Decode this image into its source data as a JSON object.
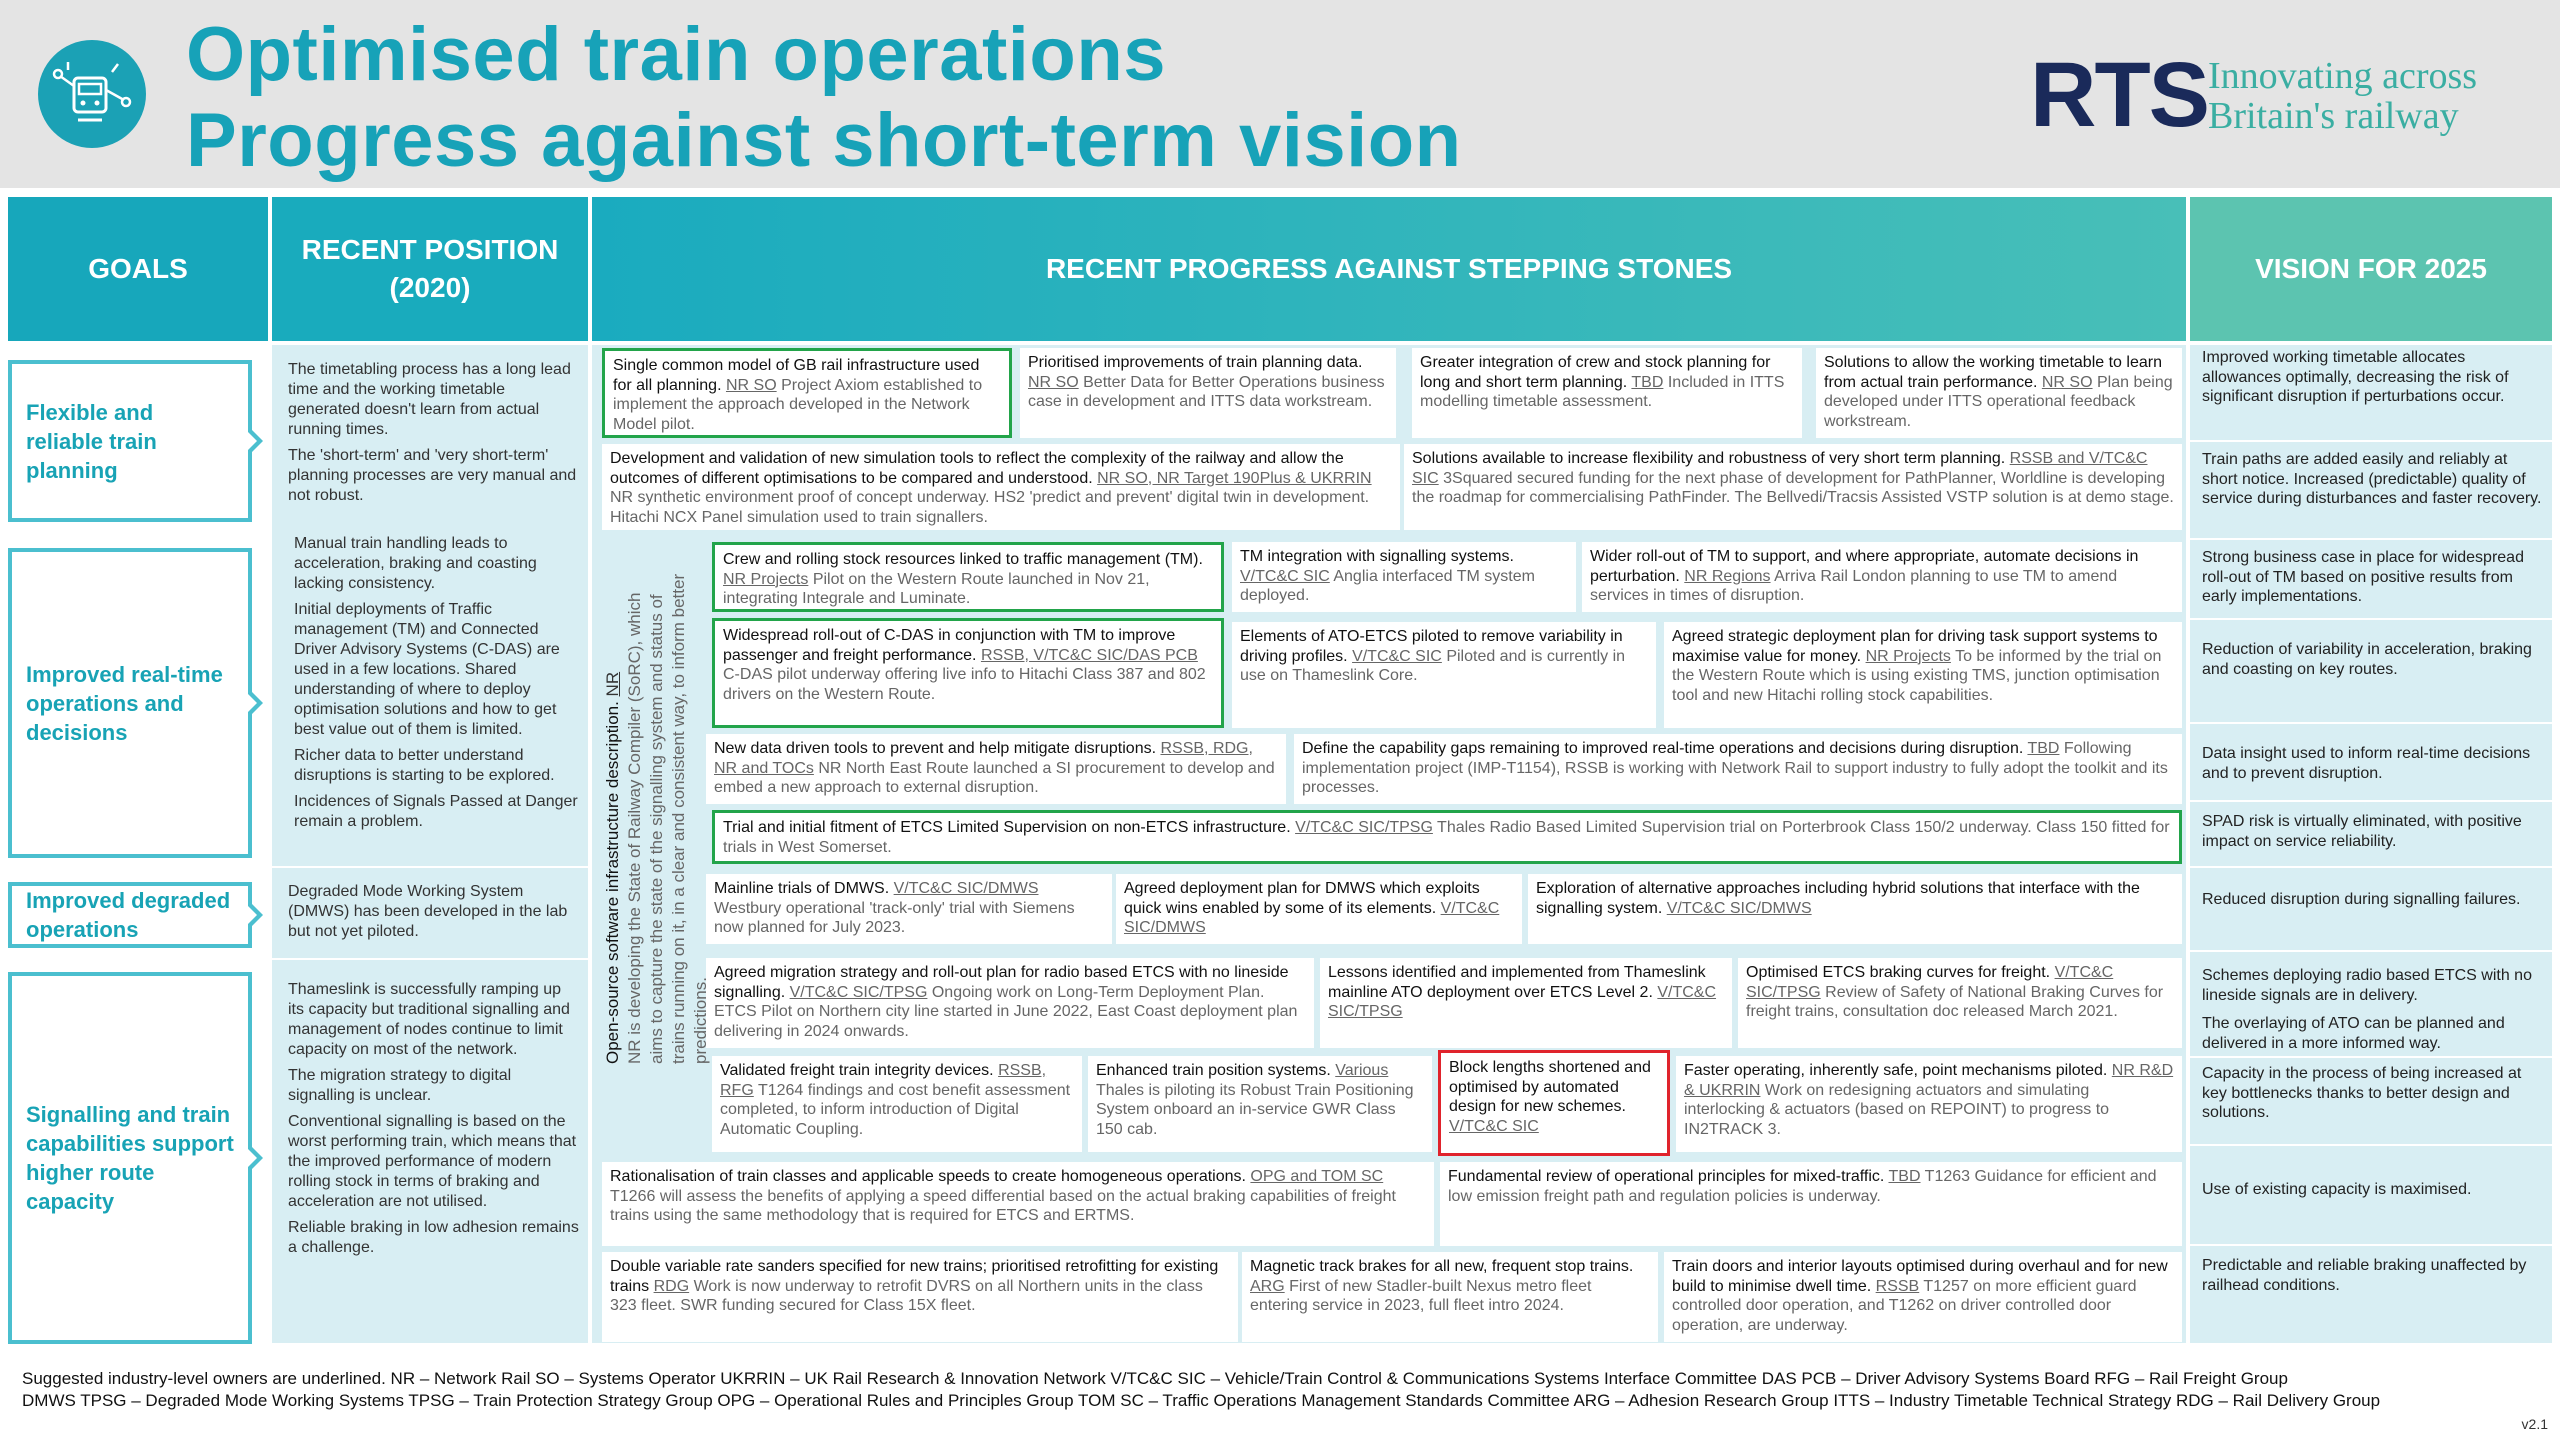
{
  "header": {
    "title_line1": "Optimised train operations",
    "title_line2": "Progress against short-term vision",
    "logo_text": "RTS",
    "logo_tagline_1": "Innovating across",
    "logo_tagline_2": "Britain's railway"
  },
  "columns": {
    "goals": "GOALS",
    "recent_position": "RECENT POSITION (2020)",
    "progress": "RECENT PROGRESS AGAINST STEPPING STONES",
    "vision": "VISION FOR 2025"
  },
  "goals": {
    "g1": "Flexible and reliable train planning",
    "g2": "Improved real-time operations and decisions",
    "g3": "Improved degraded operations",
    "g4": "Signalling and train capabilities support higher route capacity"
  },
  "positions": {
    "p1a": "The timetabling process has a long lead time and the working timetable generated doesn't learn from actual running times.",
    "p1b": "The 'short-term' and 'very short-term' planning processes are very manual and not robust.",
    "p2a": "Manual train handling leads to acceleration, braking and coasting lacking consistency.",
    "p2b": "Initial deployments of Traffic management (TM) and Connected Driver Advisory Systems (C-DAS) are used in a few locations. Shared understanding of where to deploy optimisation solutions and how to get best value out of them is limited.",
    "p2c": "Richer data to better understand disruptions is starting to be explored.",
    "p2d": "Incidences of Signals Passed at Danger remain a problem.",
    "p3a": "Degraded Mode Working System (DMWS) has been developed in the lab but not yet piloted.",
    "p4a": "Thameslink is successfully ramping up its capacity but traditional signalling and management of nodes continue to limit capacity on most of the network.",
    "p4b": "The migration strategy to digital signalling is unclear.",
    "p4c": "Conventional signalling is based on the worst performing train, which means that the improved performance of modern rolling stock in terms of braking and acceleration are not utilised.",
    "p4d": "Reliable braking in low adhesion remains a challenge."
  },
  "vertical_note": {
    "pre": "NR is developing the State of Railway Compiler (SoRC), which aims to capture the state of the signalling system and status of trains running on it, in a clear and consistent way, to inform better predictions.",
    "owner": "NR",
    "main": "Open-source software infrastructure description. "
  },
  "boxes": {
    "b1": {
      "t": "Single common model of GB rail infrastructure used for all planning.",
      "o": "NR SO",
      "d": "Project Axiom established to implement the approach developed in the Network Model pilot."
    },
    "b2": {
      "t": "Prioritised improvements of train planning data.",
      "o": "NR SO",
      "d": "Better Data for Better Operations business case in development and ITTS data workstream."
    },
    "b3": {
      "t": "Greater integration of crew and stock planning for long and short term planning.",
      "o": "TBD",
      "d": "Included in ITTS modelling timetable assessment."
    },
    "b4": {
      "t": "Solutions to allow the working timetable to learn from actual train performance.",
      "o": "NR SO",
      "d": "Plan being developed under ITTS operational feedback workstream."
    },
    "b5": {
      "t": "Development and validation of new simulation tools to reflect the complexity of the railway and allow the outcomes of different optimisations to be compared and understood.",
      "o": "NR SO, NR Target 190Plus & UKRRIN",
      "d": "NR synthetic environment proof of concept underway. HS2 'predict and prevent' digital twin in development. Hitachi NCX Panel simulation used to train signallers."
    },
    "b6": {
      "t": "Solutions available to increase flexibility and robustness of very short term planning.",
      "o": "RSSB and V/TC&C SIC",
      "d": "3Squared secured funding for the next phase of development for PathPlanner, Worldline is developing the roadmap for commercialising PathFinder. The Bellvedi/Tracsis Assisted VSTP solution is at demo stage."
    },
    "b7": {
      "t": "Crew and rolling stock resources linked to traffic management (TM).",
      "o": "NR Projects",
      "d": "Pilot on the Western Route launched in Nov 21, integrating Integrale and Luminate."
    },
    "b8": {
      "t": "TM integration with signalling systems.",
      "o": "V/TC&C SIC",
      "d": "Anglia interfaced TM system deployed."
    },
    "b9": {
      "t": "Wider roll-out of TM to support, and where appropriate, automate decisions in perturbation.",
      "o": "NR Regions",
      "d": "Arriva Rail London planning to use TM to amend services in times of disruption."
    },
    "b10": {
      "t": "Widespread roll-out of C-DAS in conjunction with TM to improve passenger and freight performance.",
      "o": "RSSB, V/TC&C SIC/DAS PCB",
      "d": "C-DAS pilot underway offering live info to Hitachi Class 387 and 802 drivers on the Western Route."
    },
    "b11": {
      "t": "Elements of ATO-ETCS piloted to remove variability in driving profiles.",
      "o": "V/TC&C SIC",
      "d": "Piloted and is currently in use on Thameslink Core."
    },
    "b12": {
      "t": "Agreed strategic deployment plan for driving task support systems to maximise value for money.",
      "o": "NR Projects",
      "d": "To be informed by the trial on the Western Route which is using existing TMS, junction optimisation tool and new Hitachi rolling stock capabilities."
    },
    "b13": {
      "t": "New data driven tools to prevent and help mitigate disruptions.",
      "o": "RSSB, RDG, NR and TOCs",
      "d": "NR North East Route launched a SI procurement to develop and embed a new approach to external disruption."
    },
    "b14": {
      "t": "Define the capability gaps remaining to improved real-time operations and decisions during disruption.",
      "o": "TBD",
      "d": "Following implementation project (IMP-T1154), RSSB is working with Network Rail to support industry to fully adopt the toolkit and its processes."
    },
    "b15": {
      "t": "Trial and initial fitment of ETCS Limited Supervision on non-ETCS infrastructure.",
      "o": "V/TC&C SIC/TPSG",
      "d": "Thales Radio Based Limited Supervision trial on Porterbrook Class 150/2 underway. Class 150 fitted for trials in West Somerset."
    },
    "b16": {
      "t": "Mainline trials of DMWS.",
      "o": "V/TC&C SIC/DMWS",
      "d": "Westbury operational 'track-only' trial with Siemens now planned for July 2023."
    },
    "b17": {
      "t": "Agreed deployment plan for DMWS which exploits quick wins enabled by some of its elements.",
      "o": "V/TC&C SIC/DMWS",
      "d": ""
    },
    "b18": {
      "t": "Exploration of alternative approaches including hybrid solutions that interface with the signalling system.",
      "o": "V/TC&C SIC/DMWS",
      "d": ""
    },
    "b19": {
      "t": "Agreed migration strategy and roll-out plan for radio based ETCS with no lineside signalling.",
      "o": "V/TC&C SIC/TPSG",
      "d": "Ongoing work on Long-Term Deployment Plan. ETCS Pilot on Northern city line started in June 2022, East Coast deployment plan delivering in 2024 onwards."
    },
    "b20": {
      "t": "Lessons identified and implemented from Thameslink mainline ATO deployment over ETCS Level 2.",
      "o": "V/TC&C SIC/TPSG",
      "d": ""
    },
    "b21": {
      "t": "Optimised ETCS braking curves for freight.",
      "o": "V/TC&C SIC/TPSG",
      "d": "Review of Safety of National Braking Curves for freight trains, consultation doc released March 2021."
    },
    "b22": {
      "t": "Validated freight train integrity devices.",
      "o": "RSSB, RFG",
      "d": "T1264 findings and cost benefit assessment completed, to inform introduction of Digital Automatic Coupling."
    },
    "b23": {
      "t": "Enhanced train position systems.",
      "o": "Various",
      "d": "Thales is piloting its Robust Train Positioning System onboard an in-service GWR Class 150 cab."
    },
    "b24": {
      "t": "Block lengths shortened and optimised by automated design for new schemes.",
      "o": "V/TC&C SIC",
      "d": ""
    },
    "b25": {
      "t": "Faster operating, inherently safe, point mechanisms piloted.",
      "o": "NR R&D & UKRRIN",
      "d": "Work on redesigning actuators and simulating interlocking & actuators (based on REPOINT) to progress to IN2TRACK 3."
    },
    "b26": {
      "t": "Rationalisation of train classes and applicable speeds to create homogeneous operations.",
      "o": "OPG and TOM SC",
      "d": "T1266 will assess the benefits of applying a speed differential based on the actual braking capabilities of freight trains using the same methodology that is required for ETCS and ERTMS."
    },
    "b27": {
      "t": "Fundamental review of operational principles for mixed-traffic.",
      "o": "TBD",
      "d": "T1263 Guidance for efficient and low emission freight path and regulation policies is underway."
    },
    "b28": {
      "t": "Double variable rate sanders specified for new trains; prioritised retrofitting for existing trains",
      "o": "RDG",
      "d": "Work is now underway to retrofit DVRS on all Northern units in the class 323 fleet. SWR funding secured for Class 15X fleet."
    },
    "b29": {
      "t": "Magnetic track brakes for all new, frequent stop trains.",
      "o": "ARG",
      "d": "First of new Stadler-built Nexus metro fleet entering service in 2023, full fleet intro 2024."
    },
    "b30": {
      "t": "Train doors and interior layouts optimised during overhaul and for new build to minimise dwell time.",
      "o": "RSSB",
      "d": "T1257 on more efficient guard controlled door operation, and T1262 on driver controlled door operation, are underway."
    }
  },
  "vision": {
    "v1": "Improved working timetable allocates allowances optimally, decreasing the risk of significant disruption if perturbations occur.",
    "v2": "Train paths are added easily and reliably at short notice. Increased (predictable) quality of service during disturbances and faster recovery.",
    "v3": "Strong business case in place for widespread roll-out of TM based on positive results from early implementations.",
    "v4": "Reduction of variability in acceleration, braking and coasting on key routes.",
    "v5": "Data insight used to inform real-time decisions and to prevent disruption.",
    "v6": "SPAD risk is virtually eliminated, with positive impact on service reliability.",
    "v7": "Reduced disruption during signalling failures.",
    "v8": "Schemes deploying radio based ETCS with no lineside signals are in delivery.",
    "v9": "The overlaying of ATO can be planned and delivered in a more informed way.",
    "v10": "Capacity in the process of being increased at key bottlenecks thanks to better design and solutions.",
    "v11": "Use of existing capacity is maximised.",
    "v12": "Predictable and reliable braking unaffected by railhead conditions."
  },
  "footer": {
    "line1": "Suggested industry-level owners are underlined.   NR – Network Rail   SO – Systems Operator   UKRRIN – UK Rail Research & Innovation Network   V/TC&C SIC – Vehicle/Train Control & Communications Systems Interface Committee   DAS PCB – Driver Advisory Systems Board   RFG – Rail Freight Group",
    "line2": "DMWS TPSG – Degraded Mode Working Systems   TPSG – Train Protection Strategy Group   OPG – Operational Rules and Principles Group   TOM SC – Traffic Operations Management Standards Committee   ARG – Adhesion Research Group   ITTS – Industry Timetable Technical Strategy   RDG – Rail Delivery Group",
    "version": "v2.1"
  },
  "colors": {
    "accent": "#17a2b8",
    "green_border": "#22a44a",
    "red_border": "#e0232c",
    "navy": "#1a2a5a"
  }
}
